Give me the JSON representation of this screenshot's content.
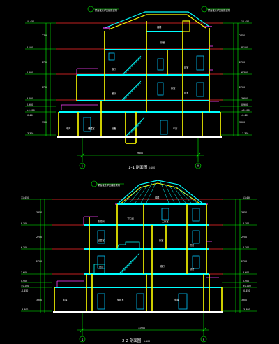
{
  "colors": {
    "background": "#000000",
    "wall": "#ffff00",
    "slab": "#00ffff",
    "dimension": "#00ff00",
    "floor_line": "#ff2d2d",
    "window": "#00c8ff",
    "text": "#ffffff",
    "magenta": "#ff40ff",
    "ground": "#ffffff"
  },
  "sections": [
    {
      "id": "s1",
      "title": "1-1 剖面图",
      "scale": "1:100",
      "grid_left": "J",
      "grid_right": "A",
      "overall_dim": "9800",
      "roof_note": "屋面做法详见建施说明",
      "rooms": {
        "r_attic": "阁楼",
        "r_3f_a": "卧室",
        "r_3f_b": "卧室",
        "r_2f_a": "卧室",
        "r_2f_b": "卧室",
        "r_1f_a": "客厅",
        "r_1f_b": "餐厅",
        "r_b_a": "车库",
        "r_b_b": "储藏室",
        "r_b_c": "设备",
        "r_b_d": "车库"
      },
      "left_levels": [
        "10.450",
        "8.100",
        "6.300",
        "3.600",
        "0.900",
        "±0.000",
        "-0.450",
        "-3.300"
      ],
      "right_levels": [
        "10.450",
        "8.100",
        "6.300",
        "3.600",
        "0.900",
        "±0.000",
        "-0.450",
        "-3.300"
      ],
      "left_dims": [
        "2750",
        "2700",
        "2700",
        "2700",
        "3300"
      ],
      "right_dims": [
        "2750",
        "2700",
        "2700",
        "2700",
        "3300"
      ]
    },
    {
      "id": "s2",
      "title": "2-2 剖面图",
      "scale": "1:100",
      "grid_left": "1",
      "grid_right": "4",
      "overall_dim": "11900",
      "roof_note": "屋面做法详见建施说明",
      "rooms": {
        "r_attic": "阁楼",
        "r_3f_a": "卫生间",
        "r_3f_b": "主卧室",
        "r_3f_c": "衣帽间",
        "r_2f_a": "起居室",
        "r_2f_b": "卧室",
        "r_2f_c": "书房",
        "r_1f_a": "门厅",
        "r_1f_b": "客厅",
        "r_1f_c": "厨房",
        "r_b_a": "车库",
        "r_b_b": "储藏室",
        "r_b_c": "车库"
      },
      "left_levels": [
        "11.450",
        "8.100",
        "6.300",
        "3.600",
        "0.900",
        "±0.000",
        "-0.450",
        "-3.300"
      ],
      "right_levels": [
        "11.450",
        "8.100",
        "6.300",
        "3.600",
        "0.900",
        "±0.000",
        "-0.450",
        "-3.300"
      ],
      "left_dims": [
        "3350",
        "2700",
        "2700",
        "2700",
        "3300"
      ],
      "right_dims": [
        "3350",
        "2700",
        "2700",
        "2700",
        "3300"
      ]
    }
  ]
}
